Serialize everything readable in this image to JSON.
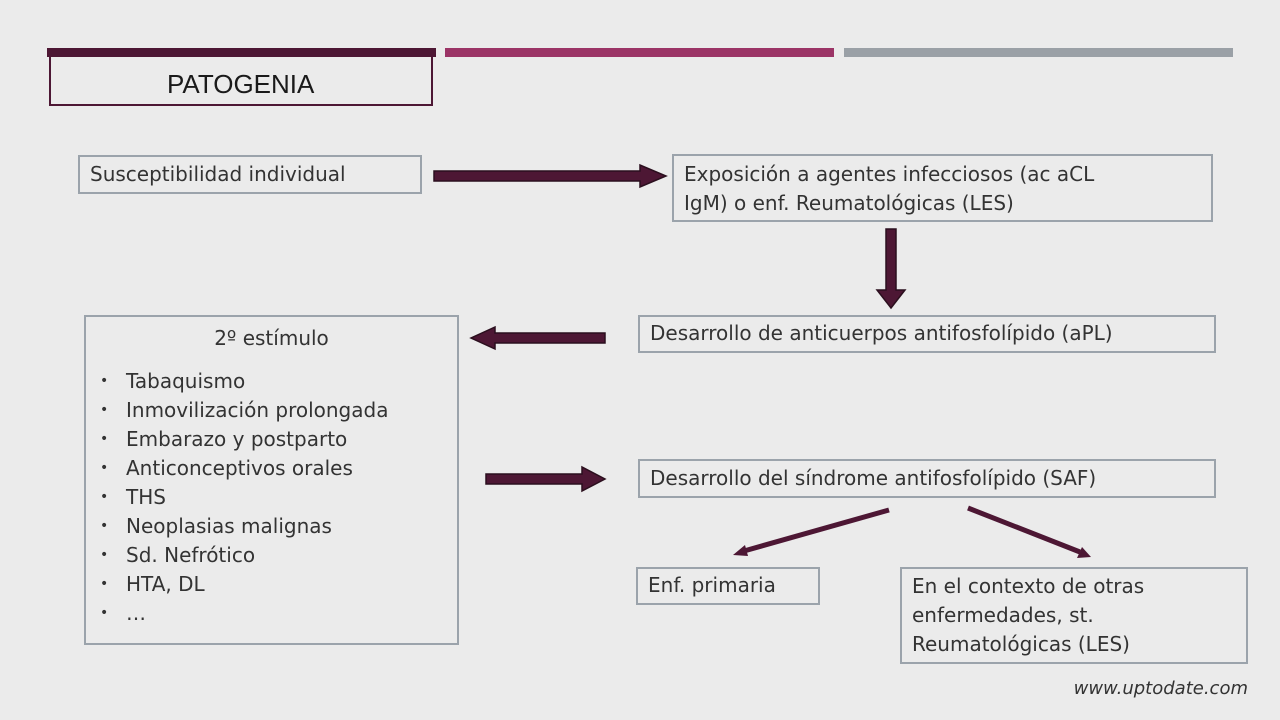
{
  "header": {
    "title": "PATOGENIA",
    "bar_colors": [
      "#4d1734",
      "#9b3466",
      "#9aa0a6"
    ]
  },
  "diagram": {
    "susceptibility": "Susceptibilidad individual",
    "exposure_line1": "Exposición a agentes infecciosos (ac aCL",
    "exposure_line2": "IgM) o enf. Reumatológicas (LES)",
    "aPL": "Desarrollo de anticuerpos antifosfolípido (aPL)",
    "second_stimulus": {
      "title": "2º estímulo",
      "items": [
        "Tabaquismo",
        "Inmovilización prolongada",
        "Embarazo y postparto",
        "Anticonceptivos orales",
        "THS",
        "Neoplasias malignas",
        "Sd. Nefrótico",
        "HTA, DL",
        "…"
      ]
    },
    "SAF": "Desarrollo del síndrome antifosfolípido (SAF)",
    "primary": "Enf. primaria",
    "context_line1": "En el contexto de otras",
    "context_line2": "enfermedades, st.",
    "context_line3": "Reumatológicas (LES)",
    "arrow_color": "#4d1734"
  },
  "footer": {
    "credit": "www.uptodate.com"
  }
}
